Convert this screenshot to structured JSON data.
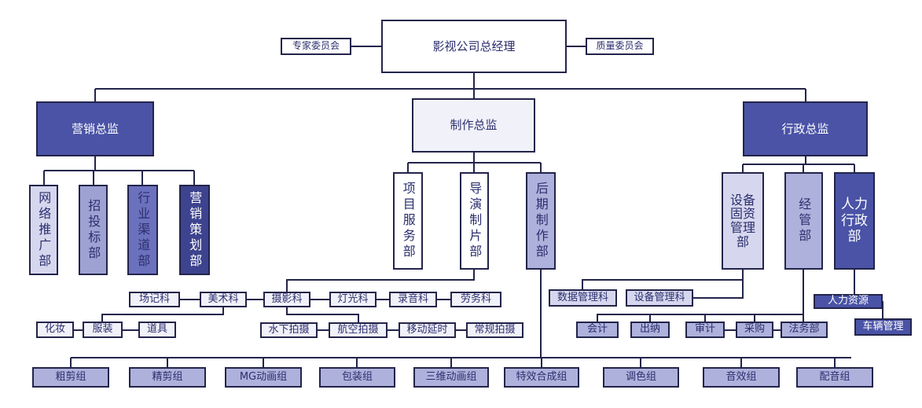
{
  "ceo": "影视公司总经理",
  "committees": {
    "expert": "专家委员会",
    "quality": "质量委员会"
  },
  "directors": {
    "marketing": "营销总监",
    "production": "制作总监",
    "admin": "行政总监"
  },
  "marketing_depts": [
    "网络推广部",
    "招投标部",
    "行业渠道部",
    "营销策划部"
  ],
  "production_depts": [
    "项目服务部",
    "导演制片部",
    "后期制作部"
  ],
  "admin_depts": [
    "设备固资管理部",
    "经管部",
    "人力行政部"
  ],
  "admin_depts_lines": [
    [
      "设备",
      "固资",
      "管理",
      "部"
    ],
    [
      "经",
      "管",
      "部"
    ],
    [
      "人力",
      "行政",
      "部"
    ]
  ],
  "directing_sections": [
    "场记科",
    "美术科",
    "摄影科",
    "灯光科",
    "录音科",
    "劳务科"
  ],
  "art_groups": [
    "化妆",
    "服装",
    "道具"
  ],
  "photo_groups": [
    "水下拍摄",
    "航空拍摄",
    "移动延时",
    "常规拍摄"
  ],
  "post_groups": [
    "粗剪组",
    "精剪组",
    "MG动画组",
    "包装组",
    "三维动画组",
    "特效合成组",
    "调色组",
    "音效组",
    "配音组"
  ],
  "equipment_sections": [
    "数据管理科",
    "设备管理科"
  ],
  "mgmt_sections": [
    "会计",
    "出纳",
    "审计",
    "采购",
    "法务部"
  ],
  "hr_sections": [
    "人力资源",
    "车辆管理"
  ]
}
